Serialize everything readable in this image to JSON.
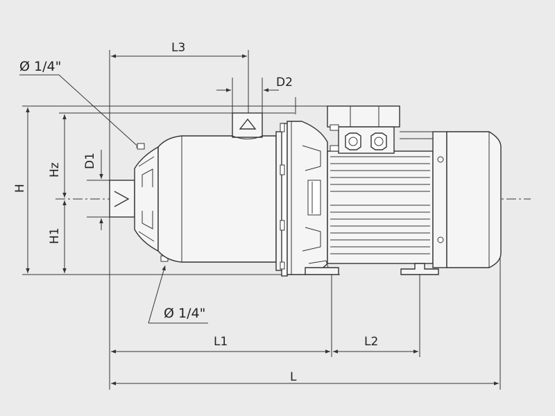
{
  "drawing": {
    "subject": "horizontal multistage centrifugal pump with motor — dimensional drawing",
    "labels": {
      "L3": "L3",
      "D2": "D2",
      "D1": "D1",
      "Hz": "Hz",
      "H": "H",
      "H1": "H1",
      "L1": "L1",
      "L2": "L2",
      "L": "L",
      "port_top": "Ø 1/4\"",
      "port_bottom": "Ø 1/4\""
    },
    "colors": {
      "background": "#ebebeb",
      "line": "#333333"
    }
  }
}
